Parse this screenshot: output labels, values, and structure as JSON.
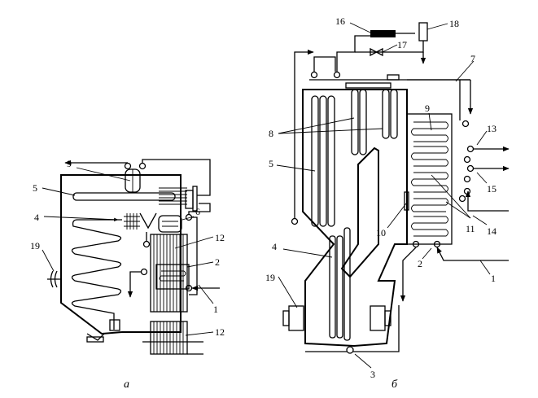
{
  "figure_a": {
    "caption": "а",
    "labels": [
      "9",
      "5",
      "4",
      "19",
      "6",
      "12",
      "2",
      "1",
      "12"
    ]
  },
  "figure_b": {
    "caption": "б",
    "labels": [
      "16",
      "18",
      "17",
      "7",
      "5",
      "8",
      "9",
      "13",
      "15",
      "10",
      "11",
      "14",
      "4",
      "2",
      "1",
      "19",
      "3"
    ]
  }
}
